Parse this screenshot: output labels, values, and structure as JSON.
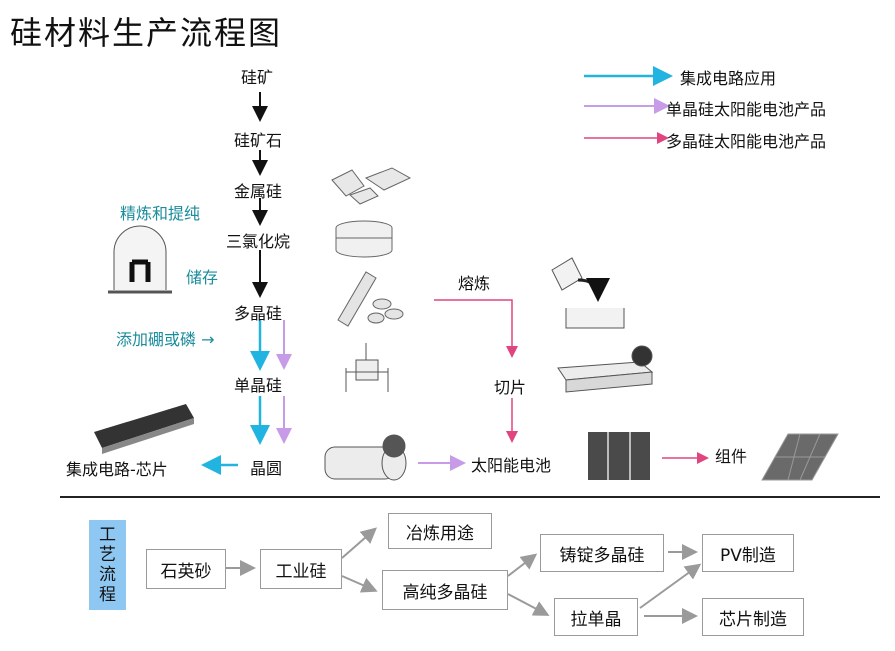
{
  "title": "硅材料生产流程图",
  "legend": {
    "ic": "集成电路应用",
    "mono": "单晶硅太阳能电池产品",
    "poly": "多晶硅太阳能电池产品"
  },
  "colors": {
    "ic": "#22b4e0",
    "mono": "#c79be8",
    "poly": "#e0457f",
    "main": "#111111",
    "teal_text": "#1a8c9c",
    "box_title_bg": "#8ec8f2"
  },
  "flow": {
    "ore": "硅矿",
    "ore_stone": "硅矿石",
    "metal_si": "金属硅",
    "tcs": "三氯化烷",
    "poly_si": "多晶硅",
    "mono_si": "单晶硅",
    "wafer": "晶圆",
    "ic_chip": "集成电路-芯片",
    "melt": "熔炼",
    "cut": "切片",
    "cell": "太阳能电池",
    "module": "组件"
  },
  "side_labels": {
    "refine": "精炼和提纯",
    "store": "储存",
    "dope": "添加硼或磷 →"
  },
  "process": {
    "title_chars": [
      "工",
      "艺",
      "流",
      "程"
    ],
    "quartz": "石英砂",
    "industrial_si": "工业硅",
    "smelt_use": "冶炼用途",
    "hp_poly": "高纯多晶硅",
    "cast_poly": "铸锭多晶硅",
    "pull_mono": "拉单晶",
    "pv": "PV制造",
    "chip": "芯片制造"
  }
}
